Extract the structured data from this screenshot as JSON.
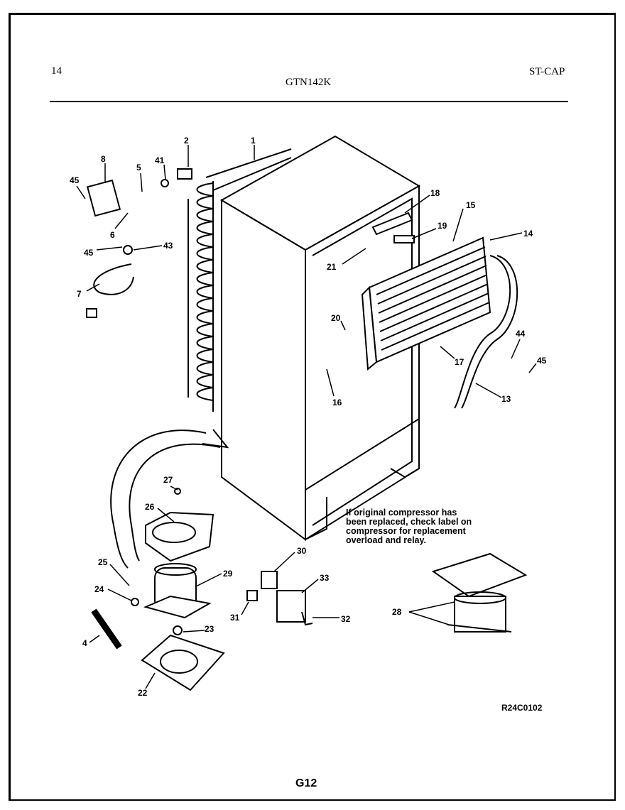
{
  "header": {
    "page_number": "14",
    "model": "GTN142K",
    "section": "ST-CAP"
  },
  "callouts": [
    {
      "id": "c1",
      "text": "1"
    },
    {
      "id": "c2",
      "text": "2"
    },
    {
      "id": "c41",
      "text": "41"
    },
    {
      "id": "c8",
      "text": "8"
    },
    {
      "id": "c45a",
      "text": "45"
    },
    {
      "id": "c5",
      "text": "5"
    },
    {
      "id": "c6",
      "text": "6"
    },
    {
      "id": "c45b",
      "text": "45"
    },
    {
      "id": "c43",
      "text": "43"
    },
    {
      "id": "c7",
      "text": "7"
    },
    {
      "id": "c18",
      "text": "18"
    },
    {
      "id": "c15",
      "text": "15"
    },
    {
      "id": "c19",
      "text": "19"
    },
    {
      "id": "c14",
      "text": "14"
    },
    {
      "id": "c21",
      "text": "21"
    },
    {
      "id": "c20",
      "text": "20"
    },
    {
      "id": "c16",
      "text": "16"
    },
    {
      "id": "c17",
      "text": "17"
    },
    {
      "id": "c44",
      "text": "44"
    },
    {
      "id": "c45c",
      "text": "45"
    },
    {
      "id": "c13",
      "text": "13"
    },
    {
      "id": "c27",
      "text": "27"
    },
    {
      "id": "c26",
      "text": "26"
    },
    {
      "id": "c25",
      "text": "25"
    },
    {
      "id": "c29",
      "text": "29"
    },
    {
      "id": "c24",
      "text": "24"
    },
    {
      "id": "c30",
      "text": "30"
    },
    {
      "id": "c33",
      "text": "33"
    },
    {
      "id": "c31",
      "text": "31"
    },
    {
      "id": "c32",
      "text": "32"
    },
    {
      "id": "c28",
      "text": "28"
    },
    {
      "id": "c23",
      "text": "23"
    },
    {
      "id": "c4",
      "text": "4"
    },
    {
      "id": "c22",
      "text": "22"
    }
  ],
  "note": {
    "line1": "If original compressor has",
    "line2": "been replaced, check label on",
    "line3": "compressor for replacement",
    "line4": "overload and relay."
  },
  "footer": {
    "drawing_ref": "R24C0102",
    "page_code": "G12"
  }
}
